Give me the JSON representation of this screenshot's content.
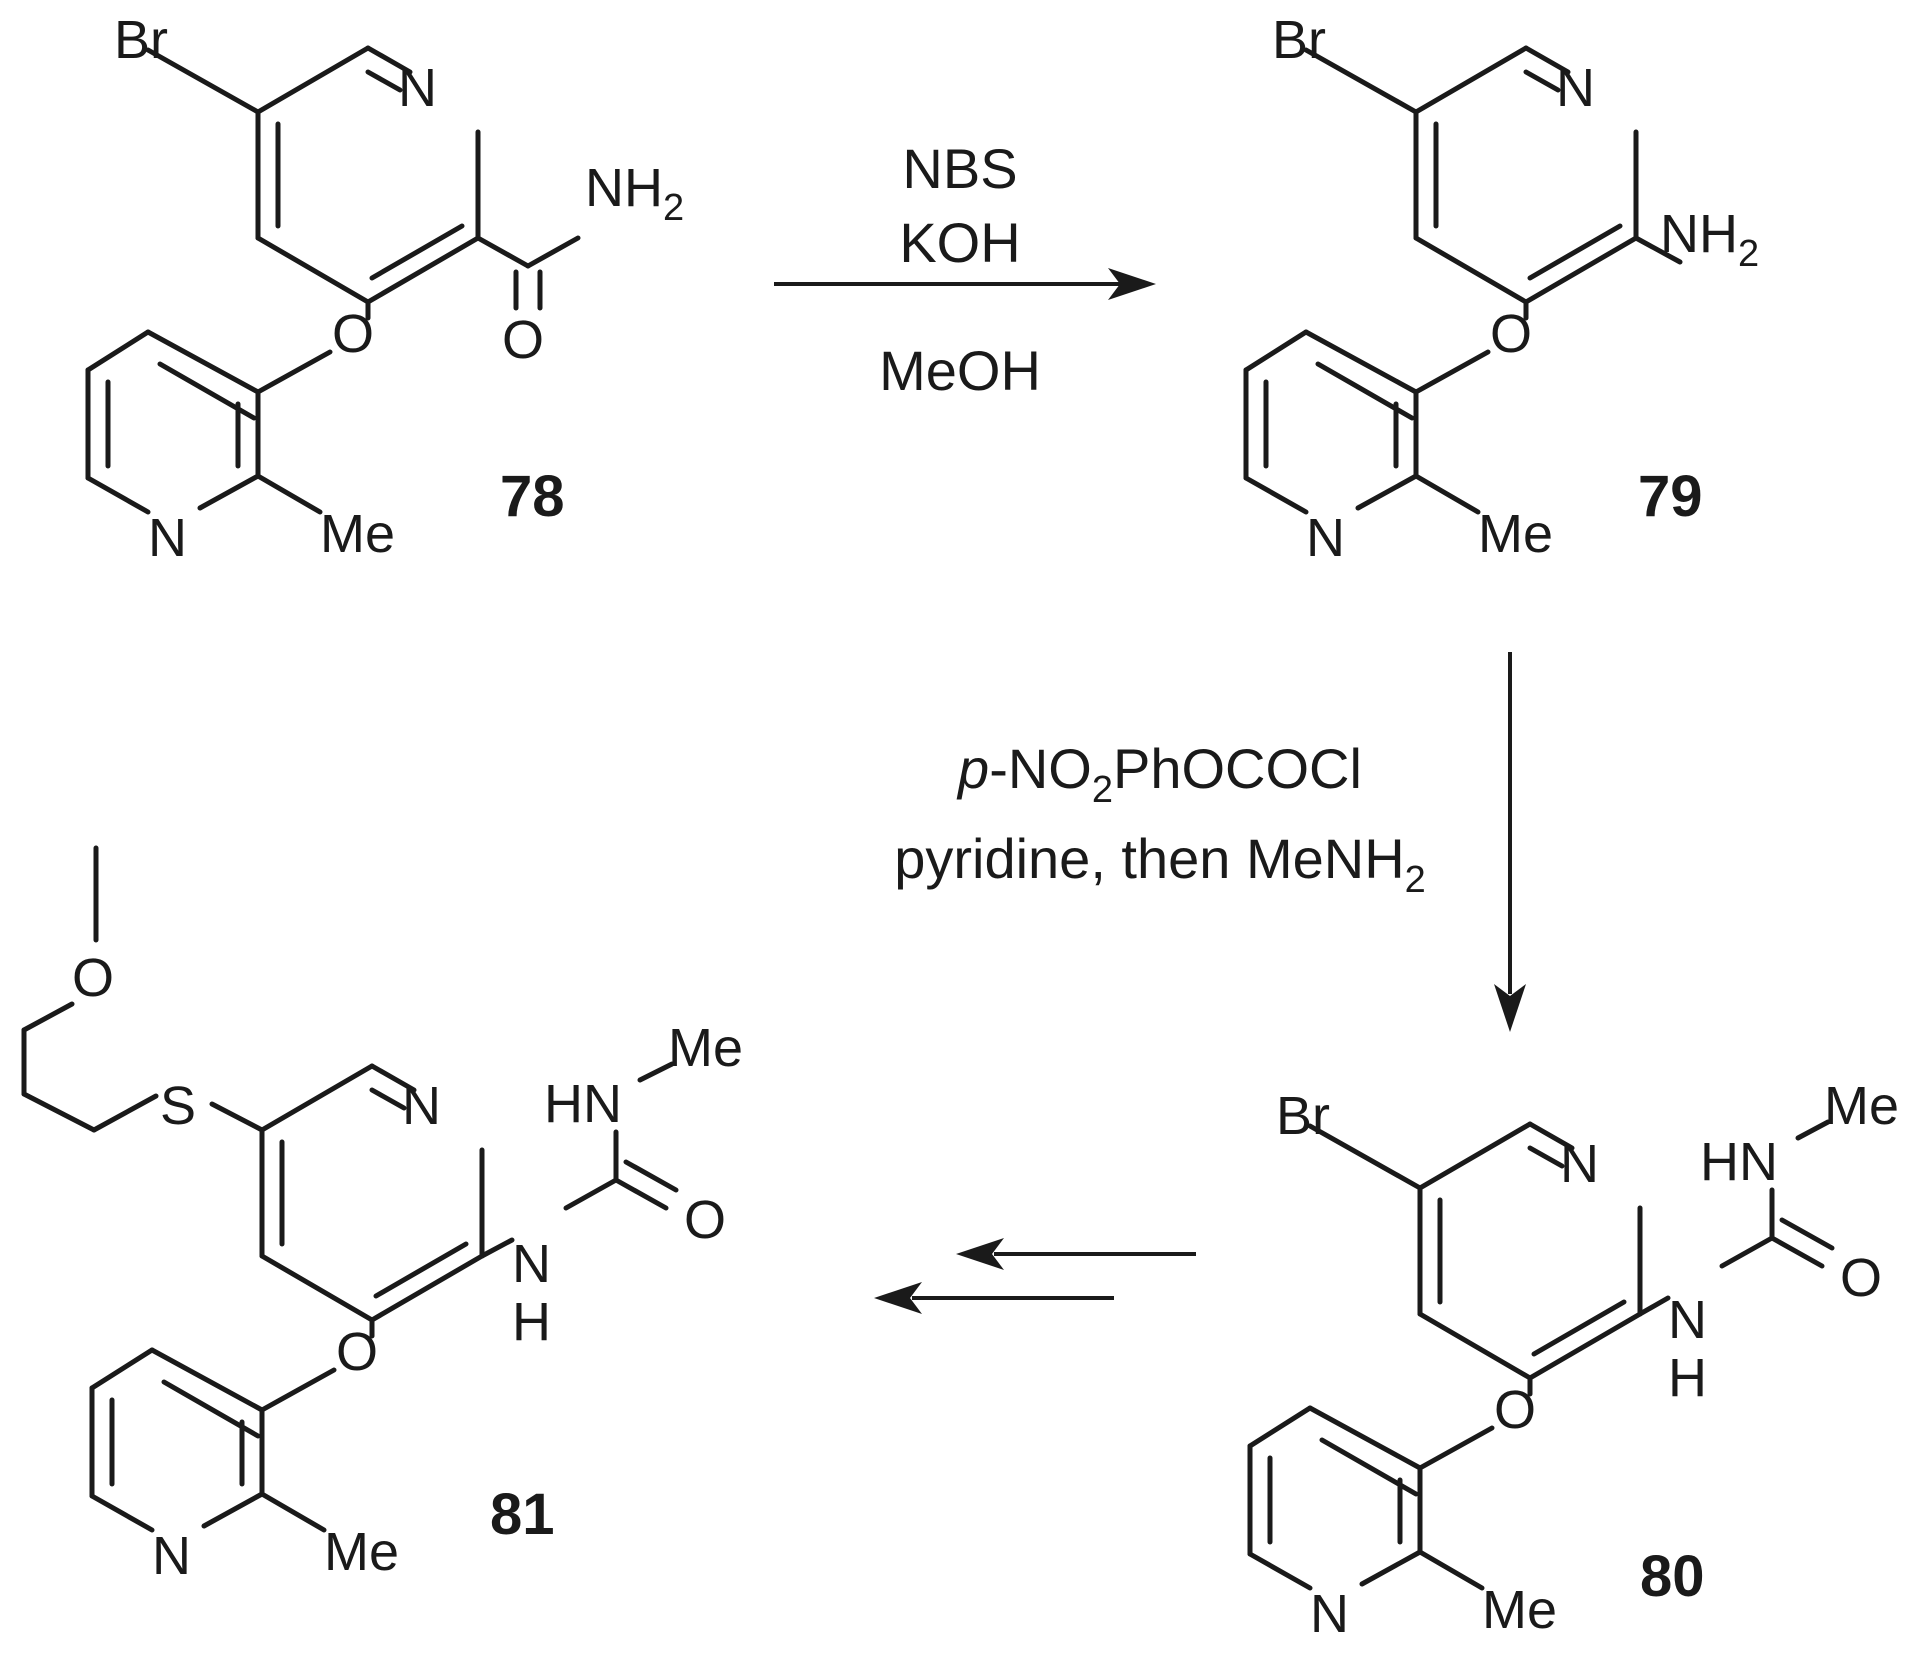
{
  "compounds": [
    {
      "number": "78",
      "substituents": {
        "bromo": "Br",
        "ring_n": "N",
        "amide_n": "NH",
        "amide_sub": "2",
        "carbonyl_o": "O",
        "ether_o": "O",
        "methyl_ring_n": "N",
        "methyl": "Me"
      }
    },
    {
      "number": "79",
      "substituents": {
        "bromo": "Br",
        "ring_n": "N",
        "amine_n": "NH",
        "amine_sub": "2",
        "ether_o": "O",
        "methyl_ring_n": "N",
        "methyl": "Me"
      }
    },
    {
      "number": "80",
      "substituents": {
        "bromo": "Br",
        "ring_n": "N",
        "urea_nh_top": "HN",
        "urea_me": "Me",
        "urea_n": "N",
        "urea_h": "H",
        "urea_o": "O",
        "ether_o": "O",
        "methyl_ring_n": "N",
        "methyl": "Me"
      }
    },
    {
      "number": "81",
      "substituents": {
        "thio": "S",
        "methoxy_o": "O",
        "ring_n": "N",
        "urea_nh_top": "HN",
        "urea_me": "Me",
        "urea_n": "N",
        "urea_h": "H",
        "urea_o": "O",
        "ether_o": "O",
        "methyl_ring_n": "N",
        "methyl": "Me"
      }
    }
  ],
  "reactions": [
    {
      "from": "78",
      "to": "79",
      "reagents": [
        "NBS",
        "KOH",
        "MeOH"
      ]
    },
    {
      "from": "79",
      "to": "80",
      "reagent_line1_italic": "p",
      "reagent_line1_rest": "-NO",
      "reagent_line1_sub": "2",
      "reagent_line1_end": "PhOCOCl",
      "reagent_line2": "pyridine, then MeNH",
      "reagent_line2_sub": "2"
    },
    {
      "from": "80",
      "to": "81",
      "multistep": true
    }
  ]
}
